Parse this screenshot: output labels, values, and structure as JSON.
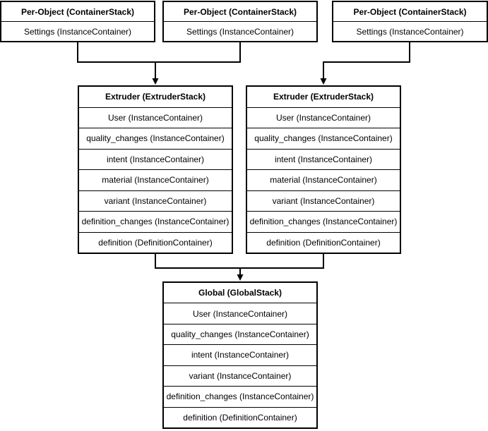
{
  "colors": {
    "background": "#ffffff",
    "box_fill": "#ffffff",
    "line": "#000000",
    "text": "#000000"
  },
  "per_object_stacks": [
    {
      "title": "Per-Object (ContainerStack)",
      "rows": [
        "Settings (InstanceContainer)"
      ]
    },
    {
      "title": "Per-Object (ContainerStack)",
      "rows": [
        "Settings (InstanceContainer)"
      ]
    },
    {
      "title": "Per-Object (ContainerStack)",
      "rows": [
        "Settings (InstanceContainer)"
      ]
    }
  ],
  "extruder_stacks": [
    {
      "title": "Extruder (ExtruderStack)",
      "rows": [
        "User (InstanceContainer)",
        "quality_changes (InstanceContainer)",
        "intent (InstanceContainer)",
        "material (InstanceContainer)",
        "variant (InstanceContainer)",
        "definition_changes (InstanceContainer)",
        "definition (DefinitionContainer)"
      ]
    },
    {
      "title": "Extruder (ExtruderStack)",
      "rows": [
        "User (InstanceContainer)",
        "quality_changes (InstanceContainer)",
        "intent (InstanceContainer)",
        "material (InstanceContainer)",
        "variant (InstanceContainer)",
        "definition_changes (InstanceContainer)",
        "definition (DefinitionContainer)"
      ]
    }
  ],
  "global_stack": {
    "title": "Global (GlobalStack)",
    "rows": [
      "User (InstanceContainer)",
      "quality_changes (InstanceContainer)",
      "intent (InstanceContainer)",
      "variant (InstanceContainer)",
      "definition_changes (InstanceContainer)",
      "definition (DefinitionContainer)"
    ]
  }
}
